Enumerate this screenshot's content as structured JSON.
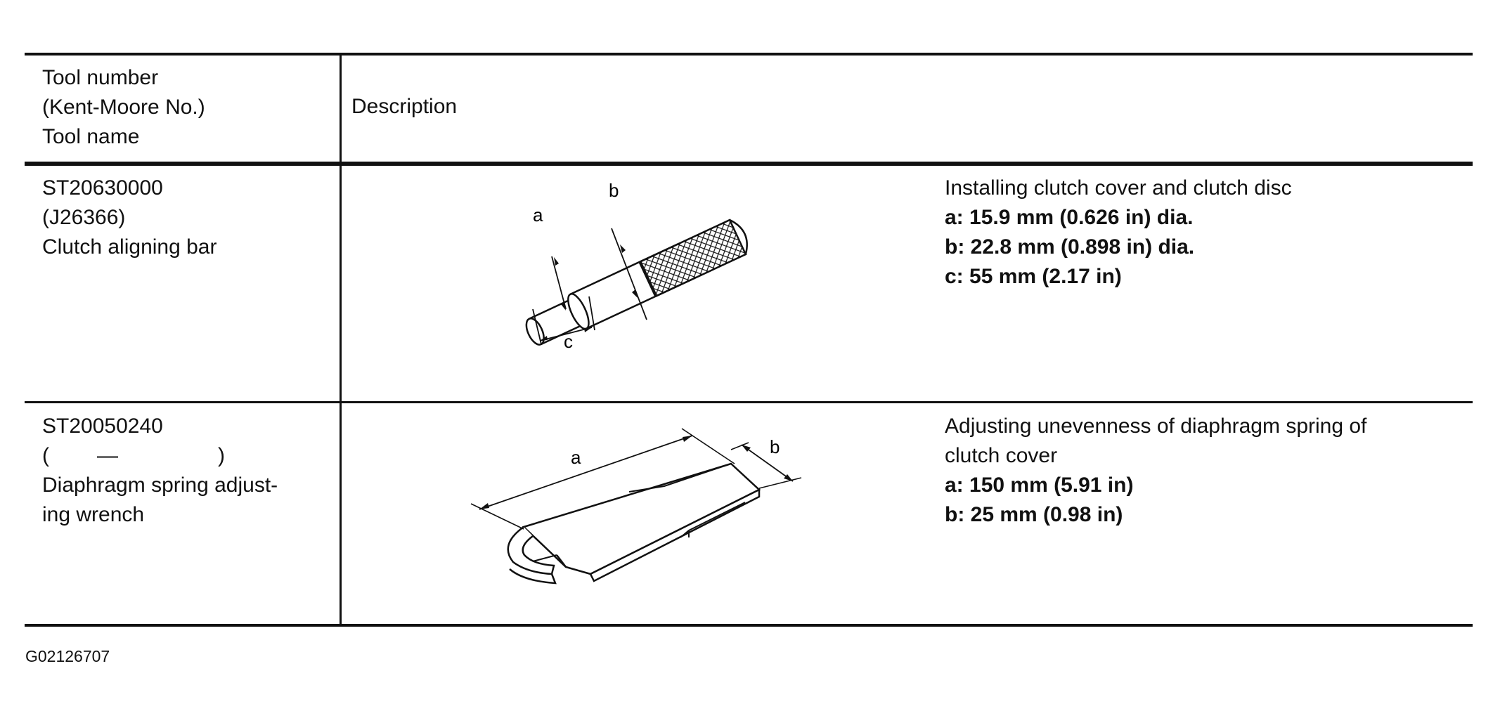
{
  "header": {
    "tool_col": [
      "Tool number",
      "(Kent-Moore No.)",
      "Tool name"
    ],
    "description_col": "Description"
  },
  "rows": [
    {
      "tool_number": "ST20630000",
      "kent_moore": "(J26366)",
      "tool_name_lines": [
        "Clutch aligning bar"
      ],
      "description": "Installing clutch cover and clutch disc",
      "specs": [
        "a: 15.9 mm (0.626 in) dia.",
        "b: 22.8 mm (0.898 in) dia.",
        "c: 55 mm (2.17 in)"
      ],
      "figure_labels": {
        "a": "a",
        "b": "b",
        "c": "c"
      }
    },
    {
      "tool_number": "ST20050240",
      "kent_moore_open": "(",
      "kent_moore_dash": "—",
      "kent_moore_close": ")",
      "tool_name_lines": [
        "Diaphragm spring adjust-",
        "ing wrench"
      ],
      "description_lines": [
        "Adjusting unevenness of diaphragm spring of",
        "clutch cover"
      ],
      "specs": [
        "a: 150 mm (5.91 in)",
        "b: 25 mm (0.98 in)"
      ],
      "figure_labels": {
        "a": "a",
        "b": "b"
      }
    }
  ],
  "footer": {
    "code": "G02126707"
  }
}
